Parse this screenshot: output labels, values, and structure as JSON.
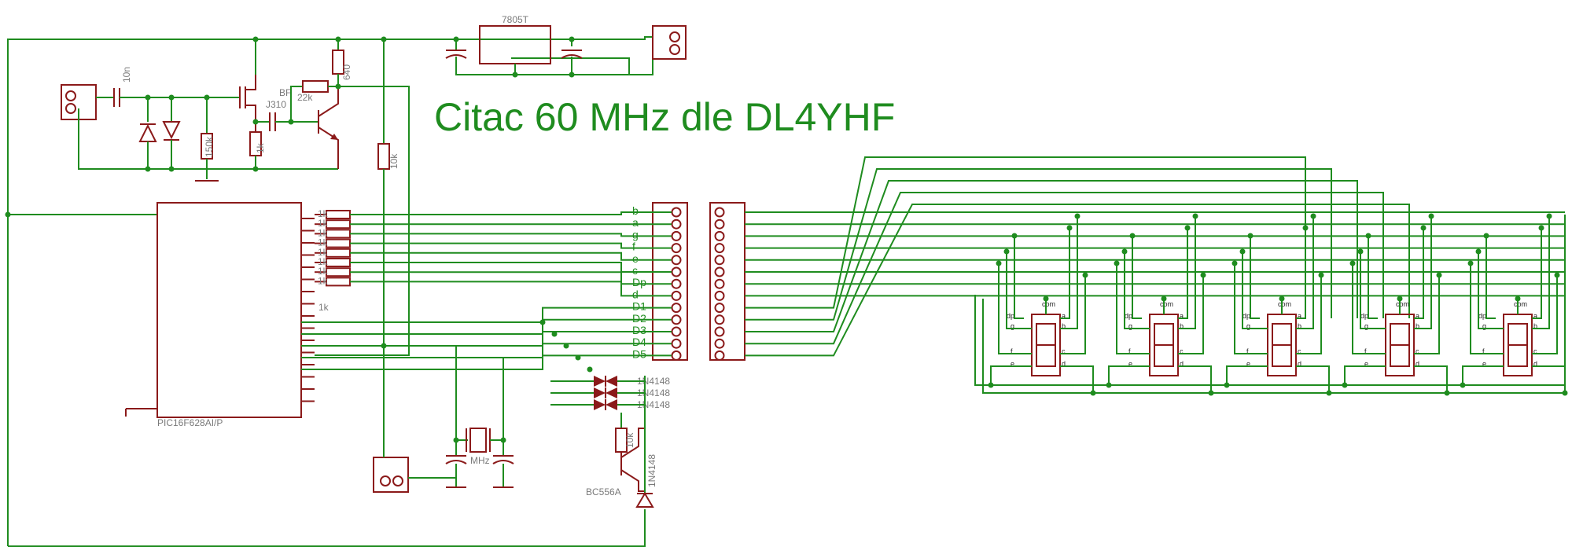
{
  "title": "Citac 60 MHz dle DL4YHF",
  "parts": {
    "regulator": "7805T",
    "mcu": "PIC16F628AI/P",
    "cap_input": "10n",
    "r_150k": "150k",
    "r_1k_bias": "1k",
    "r_10k_pull": "10k",
    "r_640": "640",
    "r_bf": "BF",
    "r_22k": "22k",
    "jfet": "J310",
    "crystal": "MHz",
    "transistor_pnp": "BC556A",
    "r_10k_base": "10k",
    "diode_bottom": "1N4148",
    "seg_resistor": "1k",
    "seg_resistor_group": "1k"
  },
  "signals": [
    "b",
    "a",
    "g",
    "f",
    "e",
    "c",
    "Dp",
    "d",
    "D1",
    "D2",
    "D3",
    "D4",
    "D5"
  ],
  "diodes": [
    "1N4148",
    "1N4148",
    "1N4148"
  ],
  "display_pins": {
    "dp": "dp",
    "com": "com",
    "a": "a",
    "b": "b",
    "g": "g",
    "f": "f",
    "c": "c",
    "e": "e",
    "d": "d"
  }
}
